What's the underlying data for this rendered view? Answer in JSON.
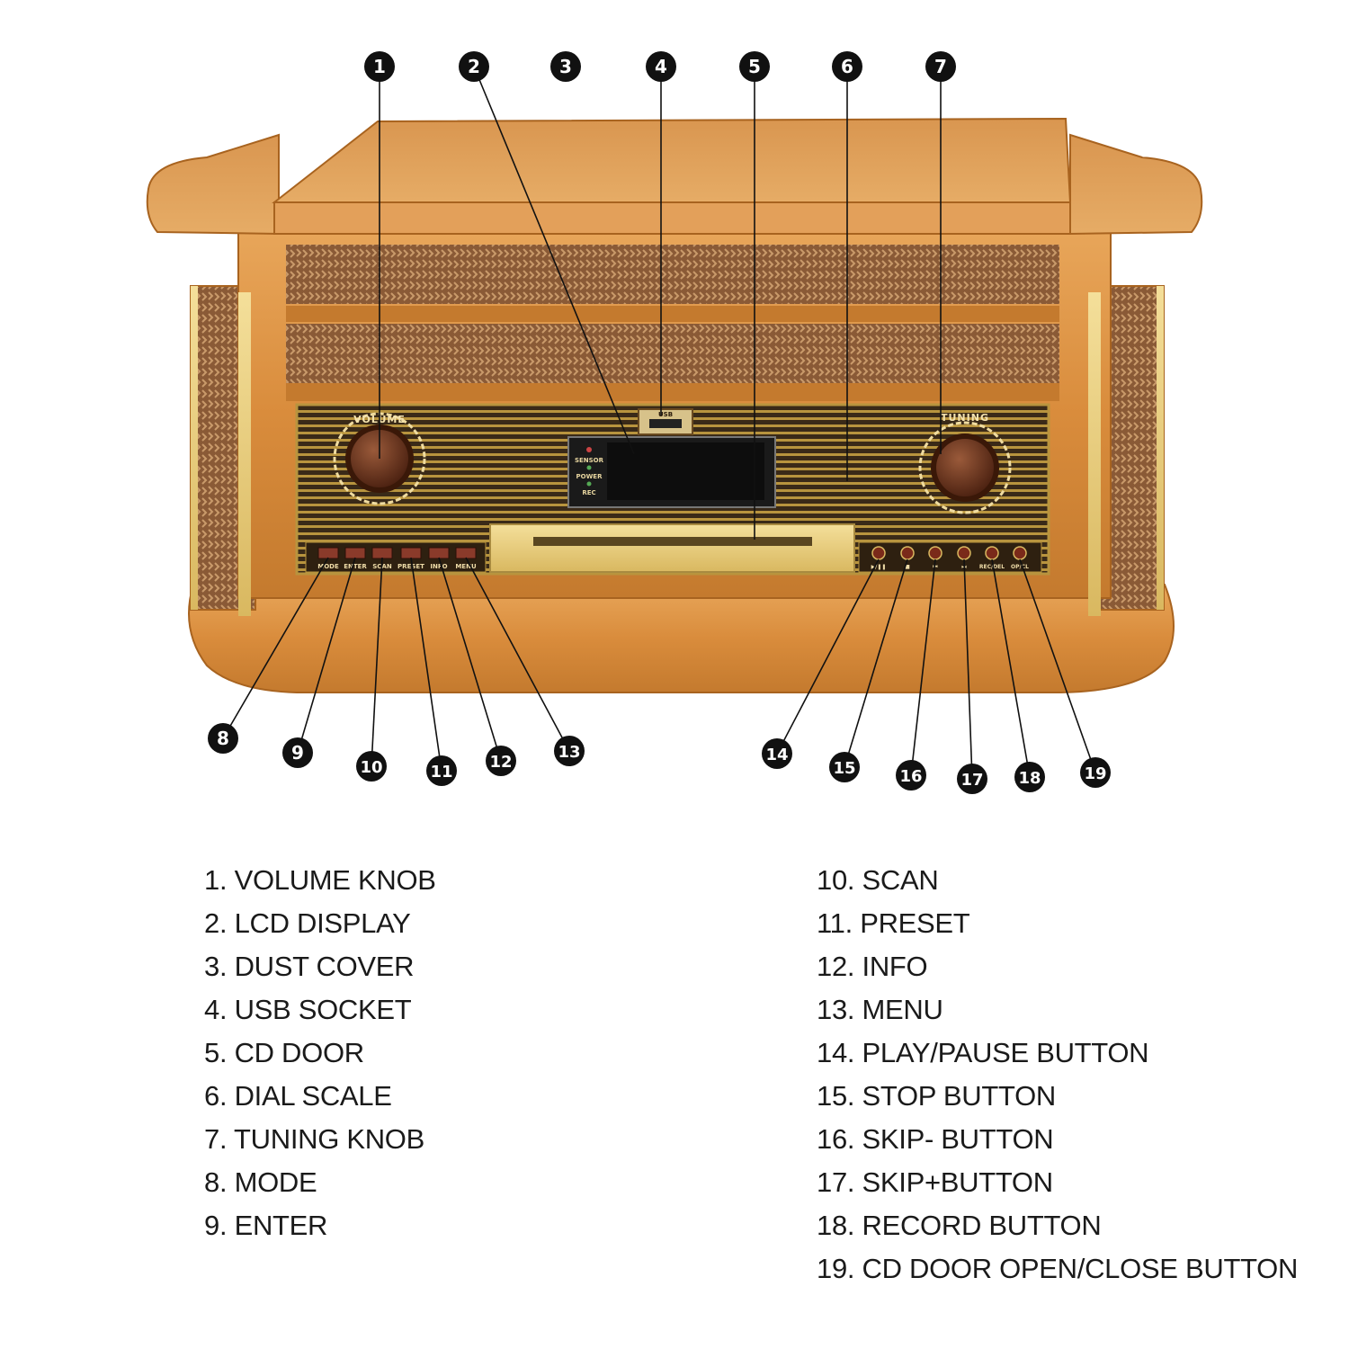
{
  "device": {
    "volume_label": "VOLUME",
    "tuning_label": "TUNING",
    "usb_label": "USB",
    "indicators": [
      "SENSOR",
      "POWER",
      "REC"
    ],
    "left_buttons": [
      "MODE",
      "ENTER",
      "SCAN",
      "PRESET",
      "INFO",
      "MENU"
    ],
    "right_buttons": [
      "▶/❚❚",
      "■",
      "⏮",
      "⏭",
      "REC/DEL",
      "OP/CL"
    ]
  },
  "callouts": [
    "1",
    "2",
    "3",
    "4",
    "5",
    "6",
    "7",
    "8",
    "9",
    "10",
    "11",
    "12",
    "13",
    "14",
    "15",
    "16",
    "17",
    "18",
    "19"
  ],
  "legend": {
    "left": [
      "1. VOLUME KNOB",
      "2. LCD DISPLAY",
      "3. DUST COVER",
      "4. USB SOCKET",
      "5. CD DOOR",
      "6. DIAL SCALE",
      "7. TUNING KNOB",
      "8. MODE",
      "9. ENTER"
    ],
    "right": [
      "10. SCAN",
      "11. PRESET",
      "12. INFO",
      "13. MENU",
      "14. PLAY/PAUSE BUTTON",
      "15. STOP BUTTON",
      "16. SKIP- BUTTON",
      "17. SKIP+BUTTON",
      "18. RECORD BUTTON",
      "19. CD DOOR OPEN/CLOSE BUTTON"
    ]
  }
}
